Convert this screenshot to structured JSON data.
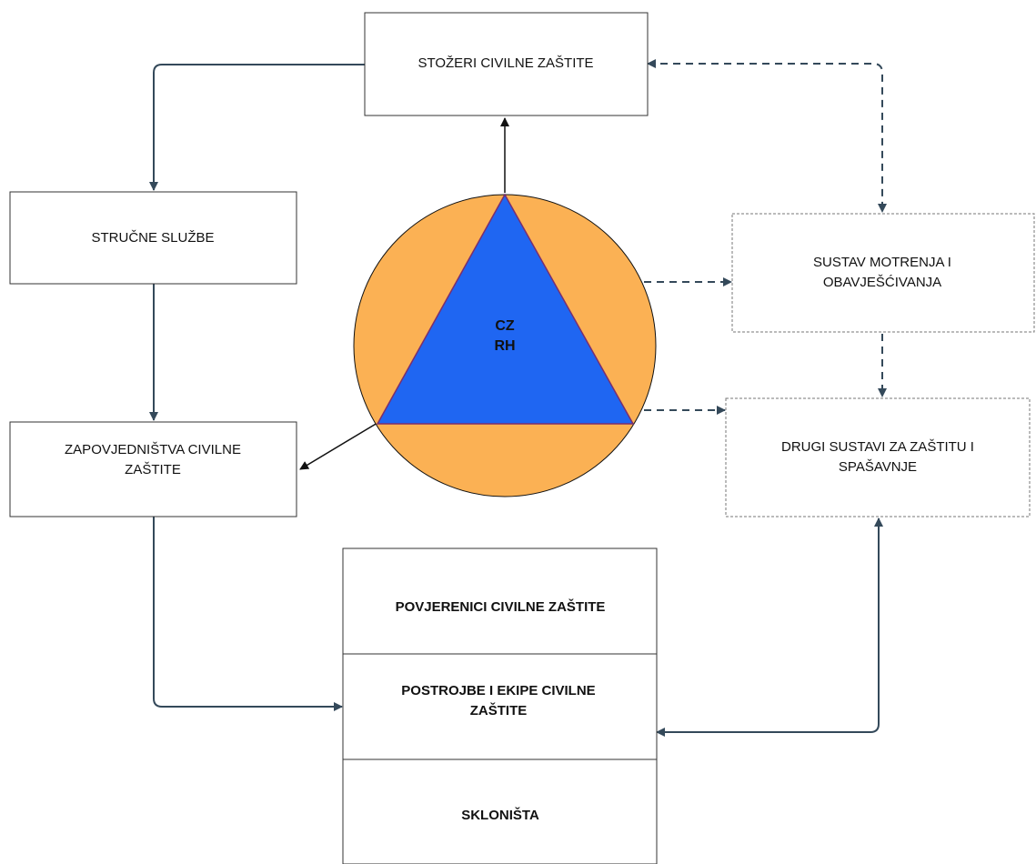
{
  "nodes": {
    "stozeri": {
      "lines": [
        "STOŽERI CIVILNE ZAŠTITE"
      ]
    },
    "strucne": {
      "lines": [
        "STRUČNE SLUŽBE"
      ]
    },
    "sustav_motrenja": {
      "lines": [
        "SUSTAV MOTRENJA I",
        "OBAVJEŠĆIVANJA"
      ]
    },
    "zapovjednistva": {
      "lines": [
        "ZAPOVJEDNIŠTVA CIVILNE",
        "ZAŠTITE"
      ]
    },
    "drugi_sustavi": {
      "lines": [
        "DRUGI SUSTAVI ZA ZAŠTITU I",
        "SPAŠAVNJE"
      ]
    },
    "povjerenici": {
      "lines": [
        "POVJERENICI CIVILNE ZAŠTITE"
      ]
    },
    "postrojbe": {
      "lines": [
        "POSTROJBE I EKIPE CIVILNE",
        "ZAŠTITE"
      ]
    },
    "sklonista": {
      "lines": [
        "SKLONIŠTA"
      ]
    }
  },
  "center": {
    "lines": [
      "CZ",
      "RH"
    ],
    "circle_color": "#FBB154",
    "triangle_color": "#1F66F2",
    "triangle_border_color": "#7A2E6E"
  },
  "colors": {
    "connector": "#34495A",
    "box_border": "#333333",
    "dashed_border": "#777777"
  }
}
